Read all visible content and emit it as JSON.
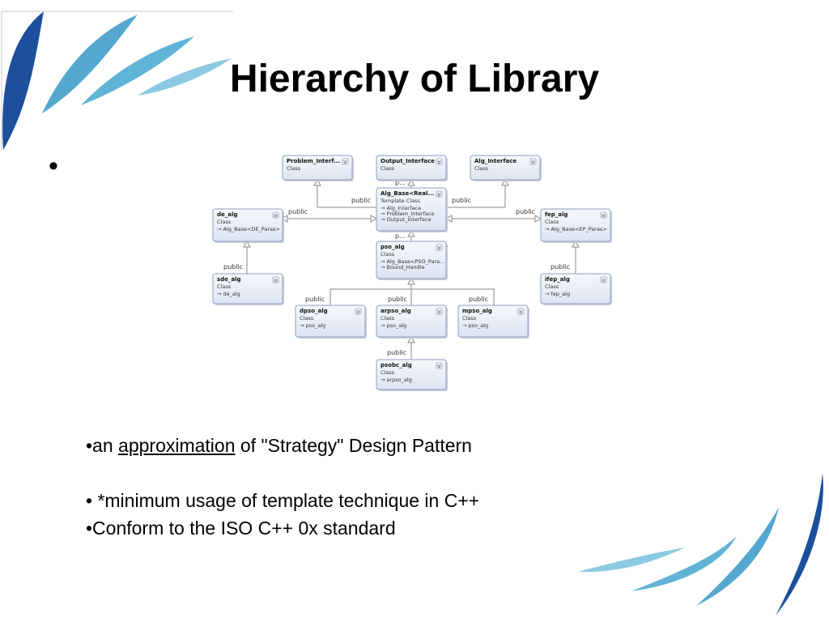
{
  "slide": {
    "title": "Hierarchy of Library",
    "top_bullet": "•",
    "bullets": [
      {
        "prefix": "•an ",
        "underlined": "approximation",
        "suffix": " of \"Strategy\" Design Pattern"
      },
      {
        "text": "• *minimum usage of template technique in C++"
      },
      {
        "text": "•Conform to the ISO C++ 0x standard"
      }
    ]
  },
  "diagram": {
    "classes": [
      {
        "id": "problem_interface",
        "name": "Problem_Interf...",
        "stereotype": "Class",
        "members": []
      },
      {
        "id": "output_interface",
        "name": "Output_Interface",
        "stereotype": "Class",
        "members": []
      },
      {
        "id": "alg_interface",
        "name": "Alg_Interface",
        "stereotype": "Class",
        "members": []
      },
      {
        "id": "alg_base",
        "name": "Alg_Base<Real...",
        "stereotype": "Template Class",
        "members": [
          "Alg_Interface",
          "Problem_Interface",
          "Output_Interface"
        ]
      },
      {
        "id": "de_alg",
        "name": "de_alg",
        "stereotype": "Class",
        "members": [
          "Alg_Base<DE_Paras>"
        ]
      },
      {
        "id": "fep_alg",
        "name": "fep_alg",
        "stereotype": "Class",
        "members": [
          "Alg_Base<EP_Paras>"
        ]
      },
      {
        "id": "pso_alg",
        "name": "pso_alg",
        "stereotype": "Class",
        "members": [
          "Alg_Base<PSO_Para...",
          "Bound_Handle"
        ]
      },
      {
        "id": "sde_alg",
        "name": "sde_alg",
        "stereotype": "Class",
        "members": [
          "de_alg"
        ]
      },
      {
        "id": "ifep_alg",
        "name": "ifep_alg",
        "stereotype": "Class",
        "members": [
          "fep_alg"
        ]
      },
      {
        "id": "dpso_alg",
        "name": "dpso_alg",
        "stereotype": "Class",
        "members": [
          "pso_alg"
        ]
      },
      {
        "id": "arpso_alg",
        "name": "arpso_alg",
        "stereotype": "Class",
        "members": [
          "pso_alg"
        ]
      },
      {
        "id": "mpso_alg",
        "name": "mpso_alg",
        "stereotype": "Class",
        "members": [
          "pso_alg"
        ]
      },
      {
        "id": "psobc_alg",
        "name": "psobc_alg",
        "stereotype": "Class",
        "members": [
          "arpso_alg"
        ]
      }
    ],
    "labels": {
      "public": "public",
      "p_ellipsis": "p..."
    }
  }
}
